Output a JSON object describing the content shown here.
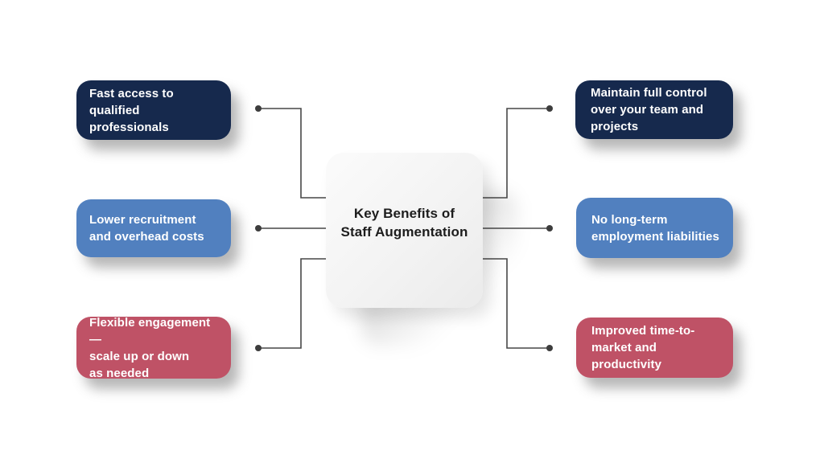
{
  "center": {
    "lines": [
      "Key Benefits of",
      "Staff Augmentation"
    ],
    "text_color": "#1d1d1d",
    "background": "#f2f2f2"
  },
  "benefits": [
    {
      "id": "fast-access",
      "side": "left",
      "row": "top",
      "color": "#16294d",
      "lines": [
        "Fast access to",
        "qualified professionals"
      ]
    },
    {
      "id": "lower-costs",
      "side": "left",
      "row": "middle",
      "color": "#5180bf",
      "lines": [
        "Lower recruitment",
        "and overhead costs"
      ]
    },
    {
      "id": "flexible-engagement",
      "side": "left",
      "row": "bottom",
      "color": "#bf5266",
      "lines": [
        "Flexible engagement —",
        "scale up or down",
        "as needed"
      ]
    },
    {
      "id": "full-control",
      "side": "right",
      "row": "top",
      "color": "#16294d",
      "lines": [
        "Maintain full control",
        "over your team and",
        "projects"
      ]
    },
    {
      "id": "no-liabilities",
      "side": "right",
      "row": "middle",
      "color": "#5180bf",
      "lines": [
        "No long-term",
        "employment liabilities"
      ]
    },
    {
      "id": "time-to-market",
      "side": "right",
      "row": "bottom",
      "color": "#bf5266",
      "lines": [
        "Improved time-to-",
        "market and productivity"
      ]
    }
  ],
  "connector": {
    "line_color": "#474747",
    "dot_color": "#3d3d3d"
  }
}
